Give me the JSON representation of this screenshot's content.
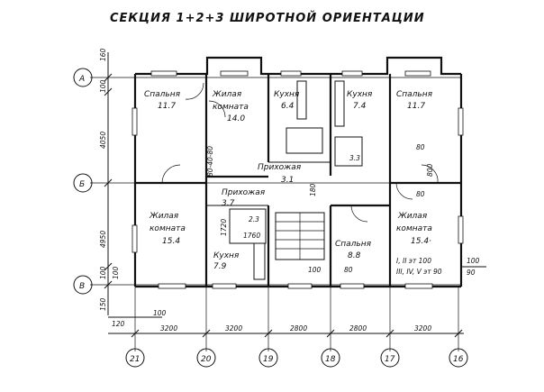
{
  "title": "СЕКЦИЯ 1+2+3 ШИРОТНОЙ ОРИЕНТАЦИИ",
  "rooms": [
    {
      "name": "Спальня",
      "area": "11.7"
    },
    {
      "name": "Жилая",
      "name2": "комната",
      "area": "14.0"
    },
    {
      "name": "Кухня",
      "area": "6.4"
    },
    {
      "name": "Кухня",
      "area": "7.4"
    },
    {
      "name": "Спальня",
      "area": "11.7"
    },
    {
      "name": "Прихожая",
      "area": "3.1"
    },
    {
      "name": "Прихожая",
      "area": "3.7"
    },
    {
      "name": "Жилая",
      "name2": "комната",
      "area": "15.4"
    },
    {
      "name": "Кухня",
      "area": "7.9"
    },
    {
      "name": "Спальня",
      "area": "8.8"
    },
    {
      "name": "Жилая",
      "name2": "комната",
      "area": "15.4·"
    }
  ],
  "row_axes": [
    "А",
    "Б",
    "В"
  ],
  "col_axes": [
    "21",
    "20",
    "19",
    "18",
    "17",
    "16"
  ],
  "bottom_dims": [
    "3200",
    "3200",
    "2800",
    "2800",
    "3200"
  ],
  "left_dims": [
    "4050",
    "4950",
    "100",
    "150",
    "160",
    "100",
    "100"
  ],
  "small_dims": [
    "120",
    "100",
    "1720",
    "1760",
    "2.3",
    "3.3",
    "80",
    "800",
    "80",
    "180",
    "100",
    "80",
    "80-40-80"
  ],
  "floor_note": {
    "line1": "I, II эт  100",
    "line2": "III, IV, V эт 90"
  },
  "right_dims": [
    "100",
    "90"
  ]
}
